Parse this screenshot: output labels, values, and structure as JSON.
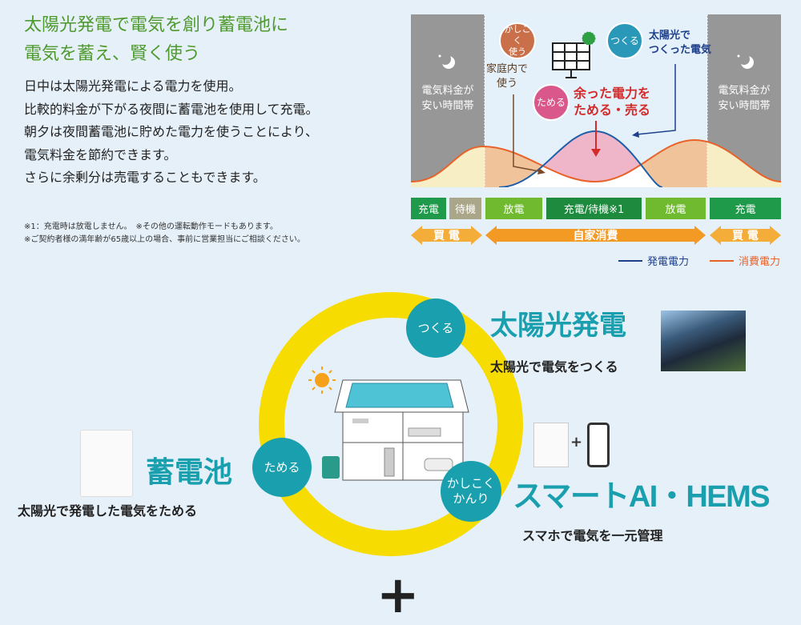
{
  "heading": "太陽光発電で電気を創り蓄電池に\n電気を蓄え、賢く使う",
  "body": "日中は太陽光発電による電力を使用。\n比較的料金が下がる夜間に蓄電池を使用して充電。\n朝夕は夜間蓄電池に貯めた電力を使うことにより、\n電気料金を節約できます。\nさらに余剰分は売電することもできます。",
  "notes": "※1：充電時は放電しません。　※その他の運転動作モードもあります。\n※ご契約者様の満年齢が65歳以上の場合、事前に営業担当にご相談ください。",
  "diagram": {
    "night_label": "電気料金が\n安い時間帯",
    "kashikoku": "かしこく\n使う",
    "katei": "家庭内で\n使う",
    "tsukuru": "つくる",
    "tsukuru_text": "太陽光で\nつくった電気",
    "tameru": "ためる",
    "tameru_text": "余った電力を\nためる・売る",
    "modes": [
      "充電",
      "待機",
      "放電",
      "充電/待機※1",
      "放電",
      "充電"
    ],
    "buy": "買 電",
    "self": "自家消費",
    "legend_gen": "発電電力",
    "legend_use": "消費電力",
    "colors": {
      "gen": "#1e3f8a",
      "use": "#e8622a"
    }
  },
  "lower": {
    "tsukuru": "つくる",
    "solar_title": "太陽光発電",
    "solar_sub": "太陽光で電気をつくる",
    "tameru": "ためる",
    "battery_title": "蓄電池",
    "battery_sub": "太陽光で発電した電気をためる",
    "kanri": "かしこく\nかんり",
    "hems_title": "スマートAI・HEMS",
    "hems_sub": "スマホで電気を一元管理",
    "plus": "+",
    "plus_big": "+"
  }
}
